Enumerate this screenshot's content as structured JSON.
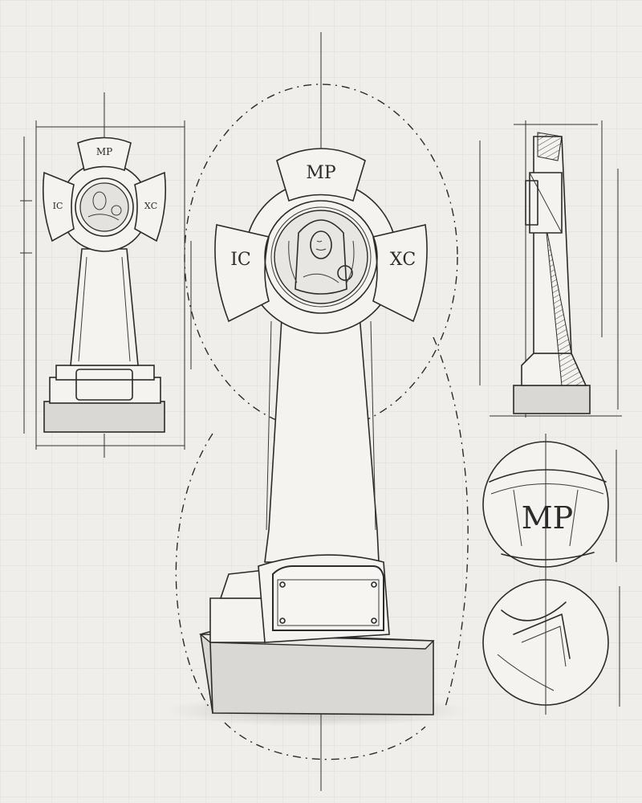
{
  "inscriptions": {
    "mother_of_god": "МР",
    "jesus": "ІС",
    "christ": "ХС"
  },
  "colors": {
    "paper": "#efeeea",
    "grid": "#dcdcd6",
    "ink": "#2b2b2b",
    "plinth": "#d9d8d4"
  },
  "icons": {
    "medallion": "theotokos-icon",
    "detail_top": "mr-detail-icon",
    "detail_bottom": "arm-detail-icon"
  }
}
